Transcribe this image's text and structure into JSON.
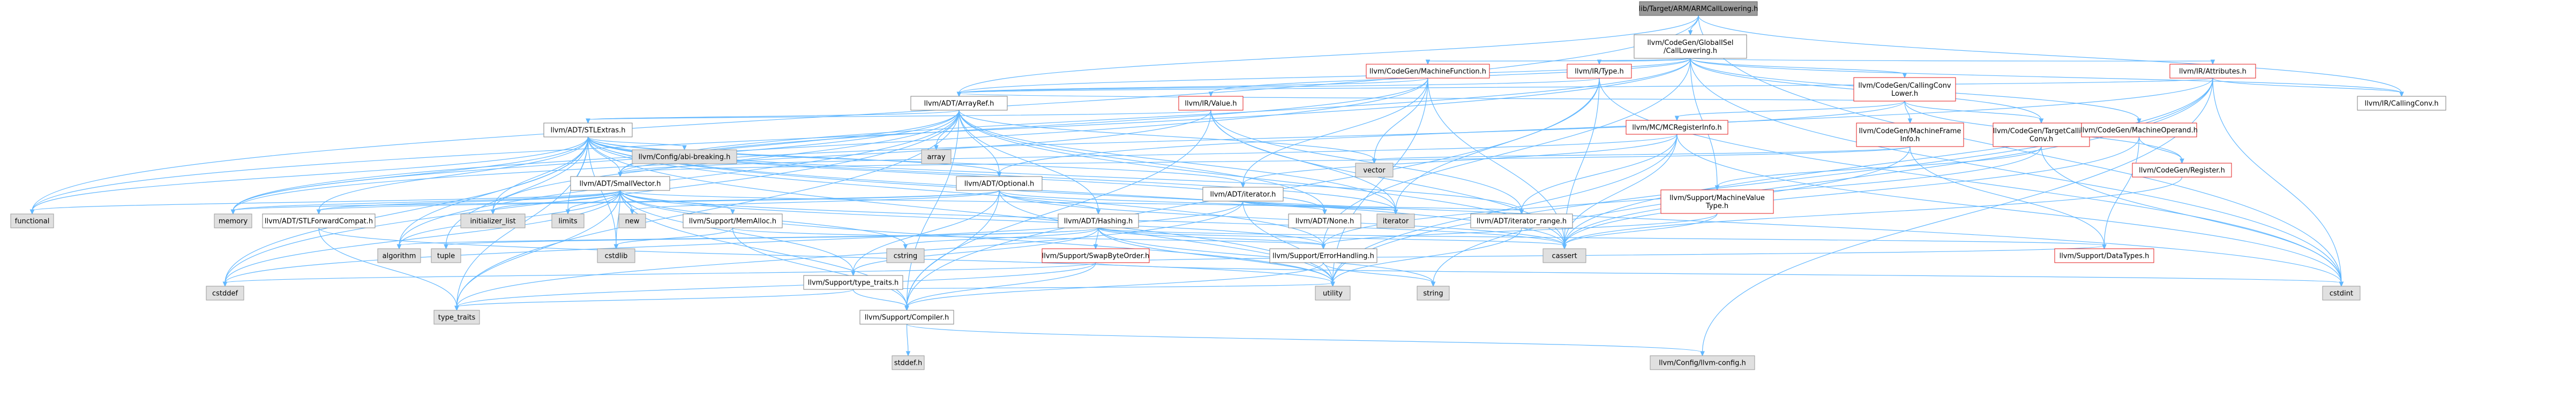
{
  "colors": {
    "edge": "#63b8ff",
    "red_border": "#e31b1b",
    "gray_fill": "#e0e0e0",
    "root_fill": "#9b9b9b"
  },
  "nodes": [
    {
      "id": "root",
      "label": [
        "lib/Target/ARM/ARMCallLowering.h"
      ],
      "style": "root"
    },
    {
      "id": "gisel",
      "label": [
        "llvm/CodeGen/GlobalISel",
        "/CallLowering.h"
      ],
      "style": "normal"
    },
    {
      "id": "mf",
      "label": [
        "llvm/CodeGen/MachineFunction.h"
      ],
      "style": "red"
    },
    {
      "id": "type",
      "label": [
        "llvm/IR/Type.h"
      ],
      "style": "red"
    },
    {
      "id": "attrs",
      "label": [
        "llvm/IR/Attributes.h"
      ],
      "style": "red"
    },
    {
      "id": "cclower",
      "label": [
        "llvm/CodeGen/CallingConv",
        "Lower.h"
      ],
      "style": "red"
    },
    {
      "id": "arrayref",
      "label": [
        "llvm/ADT/ArrayRef.h"
      ],
      "style": "normal"
    },
    {
      "id": "value",
      "label": [
        "llvm/IR/Value.h"
      ],
      "style": "red"
    },
    {
      "id": "callingconv",
      "label": [
        "llvm/IR/CallingConv.h"
      ],
      "style": "normal"
    },
    {
      "id": "mcreg",
      "label": [
        "llvm/MC/MCRegisterInfo.h"
      ],
      "style": "red"
    },
    {
      "id": "mfi",
      "label": [
        "llvm/CodeGen/MachineFrame",
        "Info.h"
      ],
      "style": "red"
    },
    {
      "id": "tcc",
      "label": [
        "llvm/CodeGen/TargetCalling",
        "Conv.h"
      ],
      "style": "red"
    },
    {
      "id": "mop",
      "label": [
        "llvm/CodeGen/MachineOperand.h"
      ],
      "style": "red"
    },
    {
      "id": "stlextras",
      "label": [
        "llvm/ADT/STLExtras.h"
      ],
      "style": "normal"
    },
    {
      "id": "array",
      "label": [
        "array"
      ],
      "style": "gray"
    },
    {
      "id": "abibreak",
      "label": [
        "llvm/Config/abi-breaking.h"
      ],
      "style": "gray"
    },
    {
      "id": "smallvec",
      "label": [
        "llvm/ADT/SmallVector.h"
      ],
      "style": "normal"
    },
    {
      "id": "optional",
      "label": [
        "llvm/ADT/Optional.h"
      ],
      "style": "normal"
    },
    {
      "id": "vector",
      "label": [
        "vector"
      ],
      "style": "gray"
    },
    {
      "id": "iterator",
      "label": [
        "llvm/ADT/iterator.h"
      ],
      "style": "normal"
    },
    {
      "id": "mvt",
      "label": [
        "llvm/Support/MachineValue",
        "Type.h"
      ],
      "style": "red"
    },
    {
      "id": "creg",
      "label": [
        "llvm/CodeGen/Register.h"
      ],
      "style": "red"
    },
    {
      "id": "functional",
      "label": [
        "functional"
      ],
      "style": "gray"
    },
    {
      "id": "memory",
      "label": [
        "memory"
      ],
      "style": "gray"
    },
    {
      "id": "stlfwd",
      "label": [
        "llvm/ADT/STLForwardCompat.h"
      ],
      "style": "normal"
    },
    {
      "id": "initlist",
      "label": [
        "initializer_list"
      ],
      "style": "gray"
    },
    {
      "id": "limits",
      "label": [
        "limits"
      ],
      "style": "gray"
    },
    {
      "id": "new",
      "label": [
        "new"
      ],
      "style": "gray"
    },
    {
      "id": "memalloc",
      "label": [
        "llvm/Support/MemAlloc.h"
      ],
      "style": "normal"
    },
    {
      "id": "hashing",
      "label": [
        "llvm/ADT/Hashing.h"
      ],
      "style": "normal"
    },
    {
      "id": "none",
      "label": [
        "llvm/ADT/None.h"
      ],
      "style": "normal"
    },
    {
      "id": "iterrange",
      "label": [
        "llvm/ADT/iterator_range.h"
      ],
      "style": "normal"
    },
    {
      "id": "iteratorstd",
      "label": [
        "iterator"
      ],
      "style": "gray"
    },
    {
      "id": "cassert",
      "label": [
        "cassert"
      ],
      "style": "gray"
    },
    {
      "id": "datatypes",
      "label": [
        "llvm/Support/DataTypes.h"
      ],
      "style": "red"
    },
    {
      "id": "algorithm",
      "label": [
        "algorithm"
      ],
      "style": "gray"
    },
    {
      "id": "tuple",
      "label": [
        "tuple"
      ],
      "style": "gray"
    },
    {
      "id": "cstdlib",
      "label": [
        "cstdlib"
      ],
      "style": "gray"
    },
    {
      "id": "cstring",
      "label": [
        "cstring"
      ],
      "style": "gray"
    },
    {
      "id": "typetraits_h",
      "label": [
        "llvm/Support/type_traits.h"
      ],
      "style": "normal"
    },
    {
      "id": "swapbyte",
      "label": [
        "llvm/Support/SwapByteOrder.h"
      ],
      "style": "red"
    },
    {
      "id": "errorh",
      "label": [
        "llvm/Support/ErrorHandling.h"
      ],
      "style": "normal"
    },
    {
      "id": "cstddef",
      "label": [
        "cstddef"
      ],
      "style": "gray"
    },
    {
      "id": "typetraits",
      "label": [
        "type_traits"
      ],
      "style": "gray"
    },
    {
      "id": "compiler",
      "label": [
        "llvm/Support/Compiler.h"
      ],
      "style": "normal"
    },
    {
      "id": "utility",
      "label": [
        "utility"
      ],
      "style": "gray"
    },
    {
      "id": "string",
      "label": [
        "string"
      ],
      "style": "gray"
    },
    {
      "id": "cstdint",
      "label": [
        "cstdint"
      ],
      "style": "gray"
    },
    {
      "id": "stddef",
      "label": [
        "stddef.h"
      ],
      "style": "gray"
    },
    {
      "id": "llvmconfig",
      "label": [
        "llvm/Config/llvm-config.h"
      ],
      "style": "gray"
    }
  ],
  "edges": [
    [
      "root",
      "gisel"
    ],
    [
      "root",
      "arrayref"
    ],
    [
      "root",
      "callingconv"
    ],
    [
      "root",
      "functional"
    ],
    [
      "root",
      "cstdint"
    ],
    [
      "gisel",
      "mf"
    ],
    [
      "gisel",
      "type"
    ],
    [
      "gisel",
      "attrs"
    ],
    [
      "gisel",
      "cclower"
    ],
    [
      "gisel",
      "arrayref"
    ],
    [
      "gisel",
      "value"
    ],
    [
      "gisel",
      "callingconv"
    ],
    [
      "gisel",
      "smallvec"
    ],
    [
      "gisel",
      "mvt"
    ],
    [
      "gisel",
      "tcc"
    ],
    [
      "gisel",
      "mop"
    ],
    [
      "gisel",
      "errorh"
    ],
    [
      "gisel",
      "cstdint"
    ],
    [
      "gisel",
      "functional"
    ],
    [
      "mf",
      "arrayref"
    ],
    [
      "mf",
      "smallvec"
    ],
    [
      "mf",
      "iterator"
    ],
    [
      "mf",
      "vector"
    ],
    [
      "mf",
      "cassert"
    ],
    [
      "mf",
      "memory"
    ],
    [
      "mf",
      "utility"
    ],
    [
      "type",
      "arrayref"
    ],
    [
      "type",
      "cassert"
    ],
    [
      "type",
      "iteratorstd"
    ],
    [
      "type",
      "compiler"
    ],
    [
      "type",
      "cstdint"
    ],
    [
      "attrs",
      "arrayref"
    ],
    [
      "attrs",
      "optional"
    ],
    [
      "attrs",
      "cassert"
    ],
    [
      "attrs",
      "cstdint"
    ],
    [
      "attrs",
      "string"
    ],
    [
      "attrs",
      "utility"
    ],
    [
      "attrs",
      "llvmconfig"
    ],
    [
      "attrs",
      "callingconv"
    ],
    [
      "cclower",
      "mcreg"
    ],
    [
      "cclower",
      "mfi"
    ],
    [
      "cclower",
      "tcc"
    ],
    [
      "cclower",
      "creg"
    ],
    [
      "cclower",
      "arrayref"
    ],
    [
      "cclower",
      "smallvec"
    ],
    [
      "arrayref",
      "stlextras"
    ],
    [
      "arrayref",
      "array"
    ],
    [
      "arrayref",
      "smallvec"
    ],
    [
      "arrayref",
      "hashing"
    ],
    [
      "arrayref",
      "none"
    ],
    [
      "arrayref",
      "compiler"
    ],
    [
      "arrayref",
      "algorithm"
    ],
    [
      "arrayref",
      "cassert"
    ],
    [
      "arrayref",
      "cstddef"
    ],
    [
      "arrayref",
      "initlist"
    ],
    [
      "arrayref",
      "iteratorstd"
    ],
    [
      "arrayref",
      "memory"
    ],
    [
      "arrayref",
      "typetraits"
    ],
    [
      "arrayref",
      "vector"
    ],
    [
      "arrayref",
      "optional"
    ],
    [
      "value",
      "stlextras"
    ],
    [
      "value",
      "iterrange"
    ],
    [
      "value",
      "cassert"
    ],
    [
      "value",
      "iteratorstd"
    ],
    [
      "value",
      "memory"
    ],
    [
      "value",
      "compiler"
    ],
    [
      "mcreg",
      "smallvec"
    ],
    [
      "mcreg",
      "iterator"
    ],
    [
      "mcreg",
      "iterrange"
    ],
    [
      "mcreg",
      "cassert"
    ],
    [
      "mcreg",
      "cstdint"
    ],
    [
      "mcreg",
      "utility"
    ],
    [
      "mfi",
      "smallvec"
    ],
    [
      "mfi",
      "datatypes"
    ],
    [
      "mfi",
      "cassert"
    ],
    [
      "mfi",
      "vector"
    ],
    [
      "tcc",
      "mvt"
    ],
    [
      "tcc",
      "cstdint"
    ],
    [
      "tcc",
      "errorh"
    ],
    [
      "mop",
      "creg"
    ],
    [
      "mop",
      "datatypes"
    ],
    [
      "mop",
      "cassert"
    ],
    [
      "creg",
      "cassert"
    ],
    [
      "mvt",
      "cassert"
    ],
    [
      "mvt",
      "errorh"
    ],
    [
      "stlextras",
      "abibreak"
    ],
    [
      "stlextras",
      "smallvec"
    ],
    [
      "stlextras",
      "optional"
    ],
    [
      "stlextras",
      "iterator"
    ],
    [
      "stlextras",
      "iterrange"
    ],
    [
      "stlextras",
      "stlfwd"
    ],
    [
      "stlextras",
      "errorh"
    ],
    [
      "stlextras",
      "algorithm"
    ],
    [
      "stlextras",
      "cassert"
    ],
    [
      "stlextras",
      "cstddef"
    ],
    [
      "stlextras",
      "cstdint"
    ],
    [
      "stlextras",
      "cstdlib"
    ],
    [
      "stlextras",
      "functional"
    ],
    [
      "stlextras",
      "initlist"
    ],
    [
      "stlextras",
      "iteratorstd"
    ],
    [
      "stlextras",
      "limits"
    ],
    [
      "stlextras",
      "memory"
    ],
    [
      "stlextras",
      "tuple"
    ],
    [
      "stlextras",
      "typetraits"
    ],
    [
      "stlextras",
      "utility"
    ],
    [
      "stlextras",
      "none"
    ],
    [
      "smallvec",
      "compiler"
    ],
    [
      "smallvec",
      "memalloc"
    ],
    [
      "smallvec",
      "typetraits_h"
    ],
    [
      "smallvec",
      "algorithm"
    ],
    [
      "smallvec",
      "cassert"
    ],
    [
      "smallvec",
      "cstddef"
    ],
    [
      "smallvec",
      "cstdlib"
    ],
    [
      "smallvec",
      "cstring"
    ],
    [
      "smallvec",
      "functional"
    ],
    [
      "smallvec",
      "initlist"
    ],
    [
      "smallvec",
      "iteratorstd"
    ],
    [
      "smallvec",
      "limits"
    ],
    [
      "smallvec",
      "memory"
    ],
    [
      "smallvec",
      "new"
    ],
    [
      "smallvec",
      "typetraits"
    ],
    [
      "smallvec",
      "utility"
    ],
    [
      "smallvec",
      "stlfwd"
    ],
    [
      "smallvec",
      "errorh"
    ],
    [
      "optional",
      "none"
    ],
    [
      "optional",
      "stlfwd"
    ],
    [
      "optional",
      "compiler"
    ],
    [
      "optional",
      "typetraits_h"
    ],
    [
      "optional",
      "cassert"
    ],
    [
      "optional",
      "memory"
    ],
    [
      "optional",
      "new"
    ],
    [
      "optional",
      "utility"
    ],
    [
      "optional",
      "hashing"
    ],
    [
      "iterator",
      "iterrange"
    ],
    [
      "iterator",
      "cstddef"
    ],
    [
      "iterator",
      "iteratorstd"
    ],
    [
      "iterator",
      "typetraits"
    ],
    [
      "iterator",
      "utility"
    ],
    [
      "hashing",
      "errorh"
    ],
    [
      "hashing",
      "swapbyte"
    ],
    [
      "hashing",
      "typetraits_h"
    ],
    [
      "hashing",
      "algorithm"
    ],
    [
      "hashing",
      "cassert"
    ],
    [
      "hashing",
      "cstring"
    ],
    [
      "hashing",
      "string"
    ],
    [
      "hashing",
      "tuple"
    ],
    [
      "hashing",
      "utility"
    ],
    [
      "hashing",
      "datatypes"
    ],
    [
      "stlfwd",
      "typetraits"
    ],
    [
      "stlfwd",
      "utility"
    ],
    [
      "memalloc",
      "compiler"
    ],
    [
      "memalloc",
      "errorh"
    ],
    [
      "memalloc",
      "cstdlib"
    ],
    [
      "iterrange",
      "utility"
    ],
    [
      "typetraits_h",
      "compiler"
    ],
    [
      "typetraits_h",
      "typetraits"
    ],
    [
      "typetraits_h",
      "utility"
    ],
    [
      "swapbyte",
      "compiler"
    ],
    [
      "swapbyte",
      "datatypes"
    ],
    [
      "swapbyte",
      "cstddef"
    ],
    [
      "swapbyte",
      "cstdint"
    ],
    [
      "swapbyte",
      "typetraits"
    ],
    [
      "errorh",
      "compiler"
    ],
    [
      "errorh",
      "string"
    ],
    [
      "compiler",
      "llvmconfig"
    ],
    [
      "compiler",
      "stddef"
    ]
  ]
}
